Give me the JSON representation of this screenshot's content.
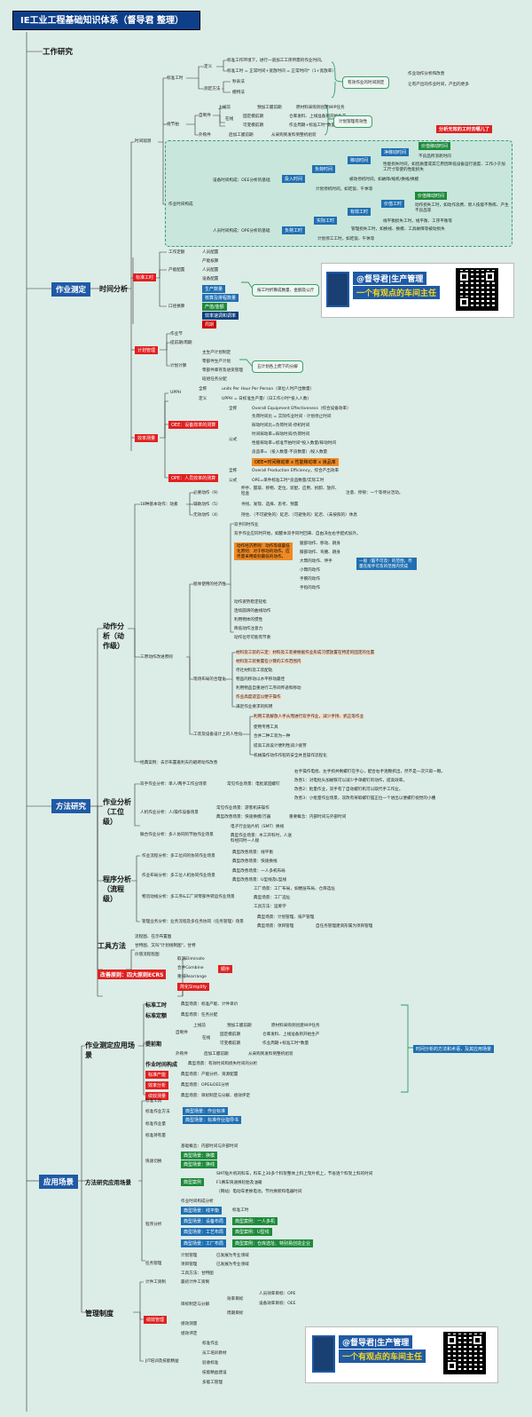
{
  "title": "IE工业工程基础知识体系（督导君 整理）",
  "main_sections": [
    "工作研究",
    "作业测定",
    "方法研究",
    "应用场景"
  ],
  "time_analysis": {
    "label": "时间分析",
    "time_study": "时间观测",
    "standard_time": "标准工时",
    "definition": "定义",
    "def1": "标准工作环境下，进行一道加工工序所需的作业时间。",
    "def2": "标准工时 = 正常时间+宽放时间 = 正常时间*（1+宽放率）",
    "measure_method": "测定方法",
    "m1": "秒表法",
    "m2": "模特法",
    "purpose": "有效作业的时间测定",
    "p1": "作业动作分析和改善",
    "p2": "让有产出的作业时间，产出的更多",
    "beat": "规节拍",
    "auto": "自制件",
    "line": "上线前",
    "l1": "预加工膜前期",
    "l1b": "原材料采购到创建WIP任务",
    "online": "在线",
    "ol1": "固定模前期",
    "ol1b": "仓库发料、上线准备到开始生产",
    "ol2": "可变模前期",
    "ol2b": "作业周期+标准工时*数量",
    "ol3": "后加工膜前期",
    "ol3b": "从采购到发料到整机组装",
    "outsource": "外购件",
    "plan_mgmt": "计划管理有效性",
    "analysis_note": "分析无效的工时去哪儿了",
    "utilization": "作业时间构成",
    "oee_base": "设备时间构成：OEE分析的基础",
    "ope_base": "人员时间构成：OPE分析的基础",
    "input_time": "投入时间",
    "load_time": "负荷时间",
    "op_time": "稼动时间",
    "net_time": "净稼动时间",
    "value_time": "价值稼动时间",
    "nonvalue": "不良品所消耗时间",
    "perf_loss": "性能损失时间，如因质量或其它原因降低设备运行速度、工作小于加工尺寸等使的性能损失",
    "stop_loss": "被动停机时间，如故障/缩机/换线/换模",
    "planned_stop": "计划停机时间，如吃饭、午休等",
    "man_load": "负荷工时",
    "man_op": "实际工时",
    "man_value": "价值工时",
    "man_net": "有效工时",
    "man_desc": "动作损失工时，如动作浪费、新人技能不熟练、产生不良品等",
    "man_wait": "线平衡损失工时，线平衡、工序平衡等",
    "man_mgmt": "管理损失工时，如换线、换模、工具故障等被动损失",
    "man_plan": "计划停工工时，如吃饭、午休等",
    "std_analysis": "标准工时",
    "work_plan": "工作定额",
    "wp1": "人员配置",
    "wp2": "产能核算",
    "capacity": "产能配置",
    "cap1": "人员配置",
    "cap2": "设备配置",
    "quote": "口径换算",
    "q1": "生产数量",
    "q2": "核算及排程数量",
    "q3": "产值/金额",
    "q4": "效率速调和调率",
    "q5": "周期",
    "quote_note": "按工时折算成数量、金额及公斤",
    "plan": "计划管理",
    "plan1": "作业节",
    "plan2": "提前期/周期",
    "plan3": "计划计算",
    "plan3a": "主生产计划制定",
    "plan3b": "零部件生产计划",
    "plan3c": "零部件库存及进货管理",
    "plan3d": "班组任务分配",
    "plan_note": "五计划各上而下的分解",
    "eff": "效率测量",
    "uph": "UPPH",
    "uph_full": "全称",
    "uph_full_v": "units Per Hour Per Person（单位人时产出数量）",
    "uph_def": "定义",
    "uph_def_v": "UPPH = 日标准生产量/（日工作小时*投入人数）",
    "oee": "OEE：设备效率的测算",
    "oee_full": "全称",
    "oee_full_v": "Overall Equipment Effectiveness（综合设备效率）",
    "oee_f": "公式",
    "oee1": "负荷时间比 = 实际作业时间 - 计划停止时间",
    "oee2": "稼动时间比=负荷时间-停机时间",
    "oee3": "时间稼动率=稼动时间/负荷时间",
    "oee4": "性能稼动率=标准节拍时间*投入数量/稼动时间",
    "oee5": "良品率=（投入数量-不良数量）/投入数量",
    "oee6": "OEE=时间稼动率 x 性能稼动率 x 良品率",
    "ope": "OPE：人员效率的测算",
    "ope_full": "全称",
    "ope_full_v": "Overall Production Efficiency，综合产出效率",
    "ope_f": "公式",
    "ope_f_v": "OPE=单件标准工时*良品数量/实际工时"
  },
  "method": {
    "motion": "动作分析（动作级）",
    "m18": "18种基本动作：动素",
    "need": "必要动作（9）",
    "need_v": "伸手、握取、移物、定位、装配、应用、拆卸、放开、检查",
    "need_note": "注意、停顿：一个等待分活动。",
    "assist": "辅助动作（5）",
    "assist_v": "寻找、发现、选择、思考、预置",
    "nouse": "无效动作（4）",
    "nouse_v": "持住、（不可避免的）延迟、（可避免的）延迟、（未按照的）休息",
    "econ": "三原动作改进原则",
    "body": "肢体使用的经济性",
    "body1": "双手同时作业",
    "body2": "双手作业应同时开始，如醒本双手同时回来、自由决左右手配式加外。",
    "body_hl": "动作经济原则：动作等级最低化原则：对于移动的动作，应尽量采用级别最低的动作。",
    "lv1": "腿部动作、移动、跳身",
    "lv2": "膝部动作、弯腰、跳身",
    "lv3": "大臂的动作、伸手",
    "lv4": "小臂的动作",
    "lv5": "手腕的动作",
    "lv6": "手指的动作",
    "lv_note": "一般（脑不可及）的范围，尽量在能手可及的范围内完成",
    "body3": "动作姿势稳定轻松",
    "body4": "连续圆滑的曲线动作",
    "body5": "利用物体的惯性",
    "body6": "降低动作注意力",
    "body7": "动作位尽可能有节奏",
    "place": "现场布局的合理化",
    "place_hl": "材料及工装的三定：材料及工装要根据作业形成习惯放置在特定的固定的位置",
    "place2": "材料及工装要置在小臂的工作范围内",
    "place3": "尽社材料及工装配轨",
    "place4": "物品的移动以水平移动最佳",
    "place5": "利用物品自重进行工序间传递和移动",
    "place6": "作业高度适宜以便于操作",
    "place7": "满足作业要求的照明",
    "tool": "工装及设备设计上的人性化",
    "tool_hl": "利用工装解放人手从而进行双手作业，减少手持、抓正等作业",
    "tool2": "使用专用工具",
    "tool3": "合并二种工装为一种",
    "tool4": "提高工具设计便利性减少疲劳",
    "tool5": "机械操作动作作程的安全并且操作流程化",
    "case": "经典案例：去示布置嘉利天的砸砖动作改善",
    "work": "作业分析（工位级）",
    "wa1": "双手作业分析：单人/两手工作业场景",
    "wa1b": "常见作业场景：电批紧固螺钉",
    "wa1c": "右手操作电批、左手抓并剩螺钉在手心，配合右手逐颗抓出，然不是一次只取一颗。",
    "wa1d": "改善1：对电批头加磁铁可以减少手单螺钉的动作，提高效率。",
    "wa1e": "改善2：批量作业，双手有了自动螺钉机可以取代手工作业。",
    "wa1f": "改善3：小批量作业场景，双改有将取螺钉摆正位一个进出以便螺钉视觉的小槽",
    "wa2": "人机作业分析：人/操作设备场景",
    "wa2a": "常见作业场景：游客机床操作",
    "wa2b": "典型改善场景：快速换模/万器",
    "wa2c": "重要概念：内部时间与外部时间",
    "wa3": "联合作业分析：多人协同的节拍作业场景",
    "wa3a": "电子行业贴片机（SMT）换线",
    "wa3b": "典型作业场景：木工开料时，人送料经同时一人接",
    "proc": "程序分析（流程级）",
    "pa1": "作业流程分析：多工位间的协同作业场景",
    "pa1a": "典型改善场景：线平衡",
    "pa1b": "典型改善场景：快速换线",
    "pa2": "作业布局分析：多工位人机协同作业场景",
    "pa2a": "典型改善场景：一人多机布局",
    "pa2b": "典型改善场景：U型线及L型线",
    "pa3": "物流动线分析：多工序&工厂间零部件转运作业场景",
    "pa3a": "工厂场景：工厂布局，如楼层布局、仓库选址",
    "pa3b": "典型场景：工厂选址",
    "pa3c": "工具方法：运筹学",
    "pa4": "管理业务分析：业务流程及多任务协同（任务管理）场景",
    "pa4a": "典型场景：计划管理、排产管理",
    "pa4b": "典型场景：项目管理",
    "pa4c": "自任务管理建资形属为项目管理",
    "tools": "工具方法",
    "t1": "流程图、在示布置图",
    "t2": "甘特图、又叫\"计划线制图\"，甘特",
    "t3": "价值流程程图",
    "ecrs": "改善原则：四大原则ECRS",
    "e1": "取消Eliminate",
    "e2": "合并Combine",
    "e3": "重排Rearrange",
    "e4": "简化Simplify",
    "ecrs_tag": "顺序"
  },
  "apply": {
    "wm": "作业测定应用场景",
    "a1": "标准工时",
    "a1v": "典型场景：标准产能、计件单价",
    "a2": "标准定额",
    "a2v": "典型场景：任务分配",
    "a3": "提前期",
    "a3a": "自制件",
    "a3b": "上线前",
    "a3c": "预加工膜前期",
    "a3d": "原材料采购到创建WIP任务",
    "a3e": "在线",
    "a3f": "固定模前期",
    "a3g": "仓库发料、上线准备到开始生产",
    "a3h": "可变模前期",
    "a3i": "作业周期+标准工时*数量",
    "a3j": "外购件",
    "a3k": "后加工膜前期",
    "a3l": "从采购到发料到整机组装",
    "a4": "作业时间构成",
    "a4v": "典型场景：有效时间和损失时间的分析",
    "a5": "标准产能",
    "a5v": "典型场景：产能分析、资源配置",
    "a6": "效率分析",
    "a6v": "典型场景：OPE&OEE分析",
    "a7": "绩效测量",
    "a7v": "典型场景：目标制定与分解、绩效评定",
    "a_note": "时间分析的方法和术语，及其应用场景",
    "mm": "方法研究应用场景",
    "b1": "标准工具",
    "b2": "标准作业方法",
    "b2a": "典型场景：作业标准",
    "b2b": "典型场景：标准作业指导书",
    "b3": "标准作业量",
    "b4": "标准持有量",
    "b5": "快速切换",
    "b5a": "基础概念：内部时间与外部时间",
    "b5b": "典型场景：换模",
    "b5c": "典型场景：换线",
    "b5d": "典型案例",
    "b5e": "SMT贴片机的料车，料车上30多个料架整体上料上架片机上，节省逐个料架上料的时间",
    "b5f": "F1赛车快速换轮胎及油箱",
    "b5g": "（网站）电动车更换电池，节约换新和电器时间",
    "b6": "程序分析",
    "b6a": "作业时间构成分析",
    "b6b": "典型场景：线平衡",
    "b6c": "标准工时",
    "b6d": "典型场景：设备布局",
    "b6e": "典型案例：一人多机",
    "b6f": "典型场景：工艺布局",
    "b6g": "典型案例：U型线",
    "b6h": "典型场景：工厂布局",
    "b6i": "典型案例：仓库选址、特别易创造企业",
    "b7": "任务管理",
    "b7a": "计划管理",
    "b7b": "已发展为专业领域",
    "b7c": "项目管理",
    "b7d": "已发展为专业领域",
    "b7e": "工具方法：甘特图",
    "mg": "管理制度",
    "c1": "计件工资制",
    "c1v": "最初计件工资制",
    "c2": "绩效管理",
    "c2a": "目标制定与分解",
    "c2b": "效率目标",
    "c2c": "人员效率目标：OPE",
    "c2d": "设备效率目标：OEE",
    "c2e": "周期目标",
    "c2f": "绩效测量",
    "c2g": "绩效评定",
    "c3": "JIT培训及技能精益",
    "c3a": "标准作业",
    "c3b": "员工培训教材",
    "c3c": "验收标准",
    "c3d": "技能精益建设",
    "c3e": "多能工管理"
  },
  "brand": {
    "line1": "@督导君|生产管理",
    "line2": "一个有观点的车间主任"
  },
  "colors": {
    "title_bg": "#0d3f8a",
    "section_bg": "#1f5aa6",
    "red": "#e02020",
    "blue": "#1f6fb2",
    "green": "#1e8a3c",
    "orange": "#f08a24",
    "background": "#dcece6"
  },
  "icons": [
    "avatar-icon",
    "qr-code-icon"
  ]
}
